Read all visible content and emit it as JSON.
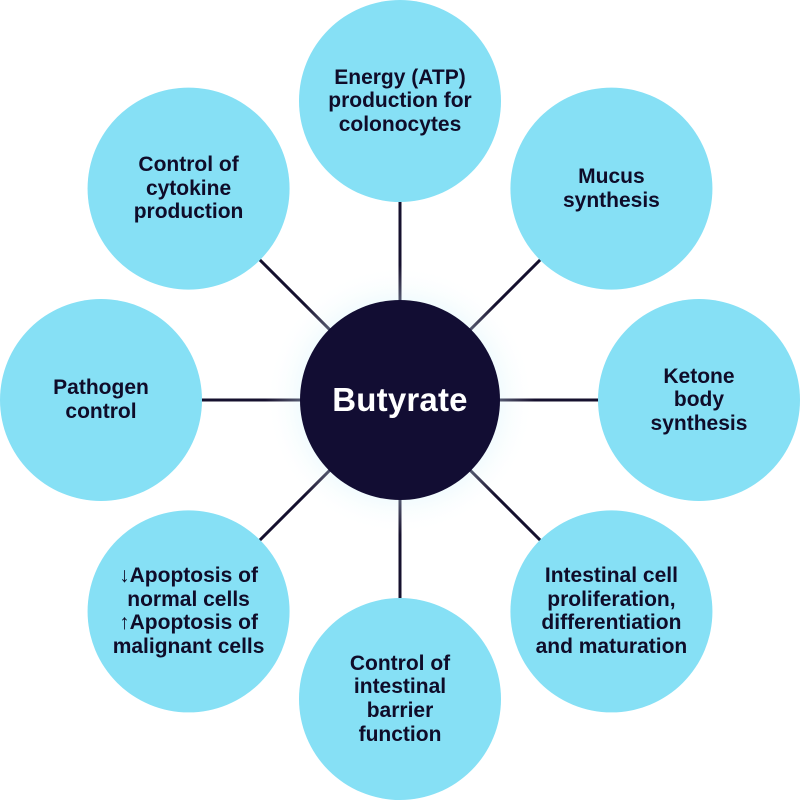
{
  "diagram": {
    "center": {
      "label": "Butyrate",
      "fill": "#120d33",
      "glow": "#8fdcf3"
    },
    "node_fill": "#86e0f5",
    "line_color": "#15102e",
    "nodes": [
      {
        "id": "energy",
        "label": "Energy (ATP)\nproduction for\ncolonocytes"
      },
      {
        "id": "mucus",
        "label": "Mucus\nsynthesis"
      },
      {
        "id": "ketone",
        "label": "Ketone\nbody\nsynthesis"
      },
      {
        "id": "proliferation",
        "label": "Intestinal cell\nproliferation,\ndifferentiation\nand maturation"
      },
      {
        "id": "barrier",
        "label": "Control of\nintestinal\nbarrier\nfunction"
      },
      {
        "id": "apoptosis",
        "label": "↓Apoptosis of\nnormal cells\n↑Apoptosis of\nmalignant cells"
      },
      {
        "id": "pathogen",
        "label": "Pathogen\ncontrol"
      },
      {
        "id": "cytokine",
        "label": "Control of\ncytokine\nproduction"
      }
    ]
  }
}
